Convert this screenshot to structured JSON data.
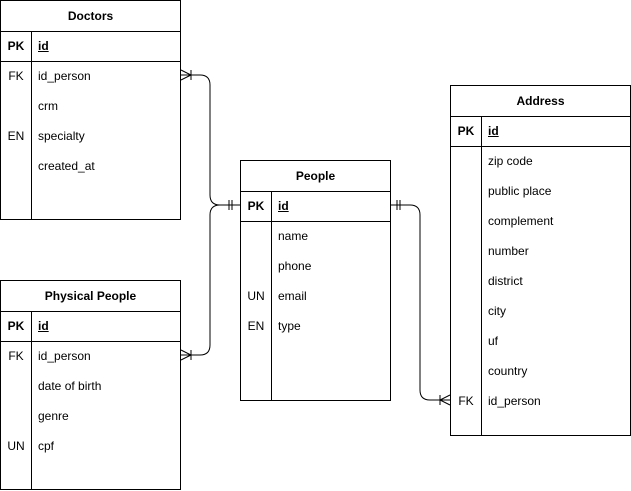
{
  "entities": {
    "doctors": {
      "title": "Doctors",
      "pk": {
        "key": "PK",
        "field": "id"
      },
      "rows": [
        {
          "key": "FK",
          "field": "id_person"
        },
        {
          "key": "",
          "field": "crm"
        },
        {
          "key": "EN",
          "field": "specialty"
        },
        {
          "key": "",
          "field": "created_at"
        }
      ]
    },
    "physical_people": {
      "title": "Physical People",
      "pk": {
        "key": "PK",
        "field": "id"
      },
      "rows": [
        {
          "key": "FK",
          "field": "id_person"
        },
        {
          "key": "",
          "field": "date of birth"
        },
        {
          "key": "",
          "field": "genre"
        },
        {
          "key": "UN",
          "field": "cpf"
        }
      ]
    },
    "people": {
      "title": "People",
      "pk": {
        "key": "PK",
        "field": "id"
      },
      "rows": [
        {
          "key": "",
          "field": "name"
        },
        {
          "key": "",
          "field": "phone"
        },
        {
          "key": "UN",
          "field": "email"
        },
        {
          "key": "EN",
          "field": "type"
        }
      ]
    },
    "address": {
      "title": "Address",
      "pk": {
        "key": "PK",
        "field": "id"
      },
      "rows": [
        {
          "key": "",
          "field": "zip code"
        },
        {
          "key": "",
          "field": "public place"
        },
        {
          "key": "",
          "field": "complement"
        },
        {
          "key": "",
          "field": "number"
        },
        {
          "key": "",
          "field": "district"
        },
        {
          "key": "",
          "field": "city"
        },
        {
          "key": "",
          "field": "uf"
        },
        {
          "key": "",
          "field": "country"
        },
        {
          "key": "FK",
          "field": "id_person"
        }
      ]
    }
  },
  "relationships": [
    {
      "from": "doctors.id_person",
      "to": "people.id",
      "from_end": "many",
      "to_end": "one-and-only-one"
    },
    {
      "from": "physical_people.id_person",
      "to": "people.id",
      "from_end": "many",
      "to_end": "one-and-only-one"
    },
    {
      "from": "address.id_person",
      "to": "people.id",
      "from_end": "one-or-many",
      "to_end": "one-and-only-one"
    }
  ]
}
